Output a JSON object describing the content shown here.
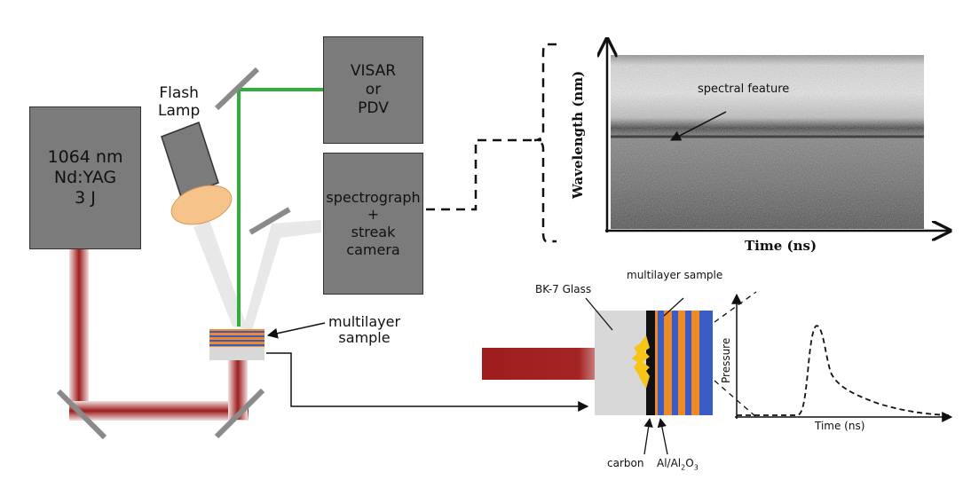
{
  "laser": {
    "line1": "1064 nm",
    "line2": "Nd:YAG",
    "line3": "3 J"
  },
  "flash_lamp": {
    "line1": "Flash",
    "line2": "Lamp"
  },
  "visar": {
    "line1": "VISAR",
    "line2": "or",
    "line3": "PDV"
  },
  "spectrograph": {
    "line1": "spectrograph",
    "line2": "+",
    "line3": "streak",
    "line4": "camera"
  },
  "sample_label": {
    "line1": "multilayer",
    "line2": "sample"
  },
  "streak_image": {
    "ylabel": "Wavelength (nm)",
    "xlabel": "Time (ns)",
    "annotation": "spectral feature"
  },
  "target": {
    "glass_label": "BK-7 Glass",
    "sample_label": "multilayer sample",
    "carbon_label": "carbon",
    "layer_label_prefix": "Al/Al",
    "layer_label_sub": "2",
    "layer_label_mid": "O",
    "layer_label_sub2": "3"
  },
  "pressure_plot": {
    "ylabel": "Pressure",
    "xlabel": "Time (ns)"
  },
  "colors": {
    "laser_red": "#a01c1c",
    "probe_green": "#2fae3a",
    "layer_orange": "#f08a24",
    "layer_blue": "#3a5cc8",
    "box_gray": "#7b7b7b"
  }
}
